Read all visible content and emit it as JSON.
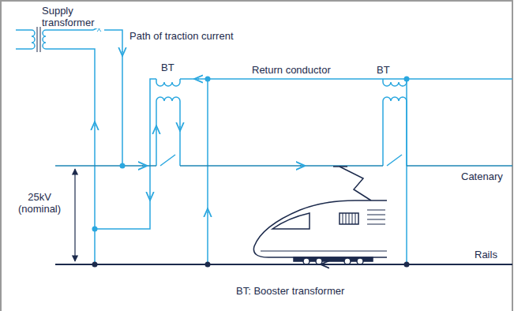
{
  "diagram": {
    "labels": [
      "Supply transformer",
      "Path of traction current",
      "BT",
      "Return conductor",
      "BT",
      "Catenary",
      "25kV (nominal)",
      "Rails",
      "BT: Booster transformer"
    ]
  }
}
